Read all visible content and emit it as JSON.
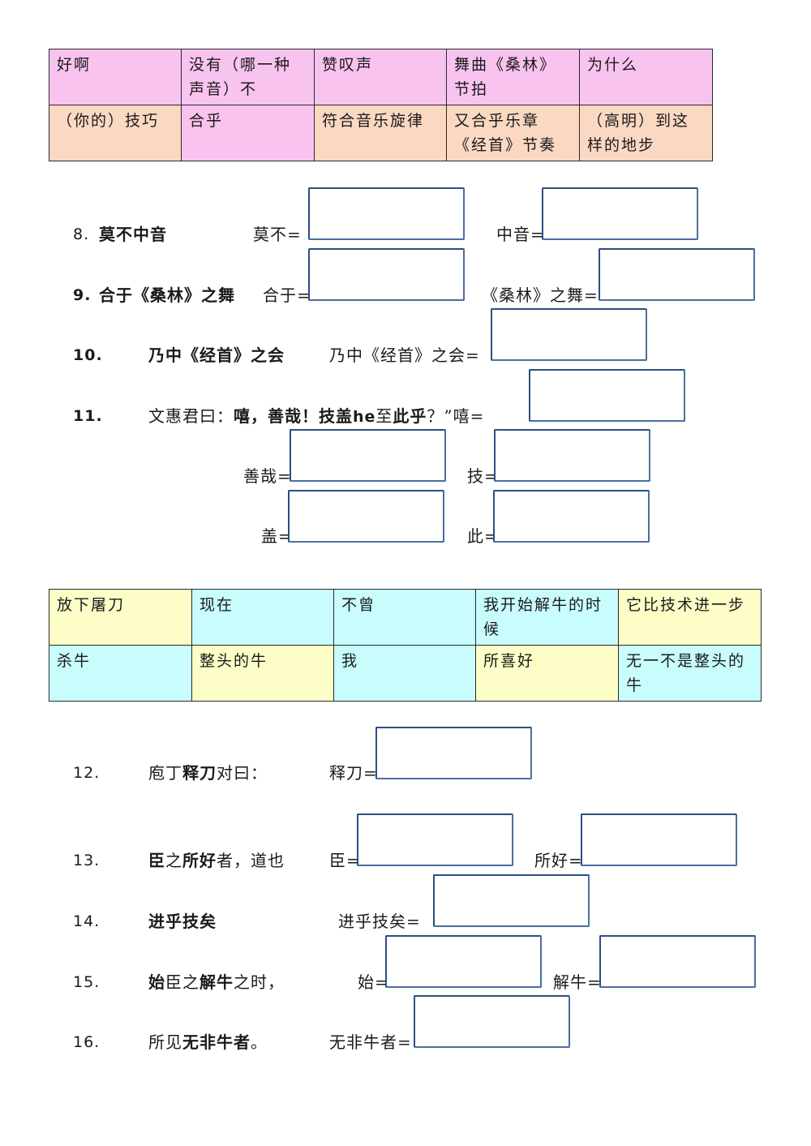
{
  "table1": {
    "rows": [
      [
        "好啊",
        "没有（哪一种声音）不",
        "赞叹声",
        "舞曲《桑林》节拍",
        "为什么"
      ],
      [
        "（你的）技巧",
        "合乎",
        "符合音乐旋律",
        "又合乎乐章《经首》节奏",
        "（高明）到这样的地步"
      ]
    ]
  },
  "q8": {
    "num": "8.",
    "phrase": "莫不中音",
    "l1": "莫不=",
    "l2": "中音="
  },
  "q9": {
    "num": "9.",
    "phrase": "合于《桑林》之舞",
    "l1": "合于=",
    "l2": "《桑林》之舞="
  },
  "q10": {
    "num": "10.",
    "phrase": "乃中《经首》之会",
    "l1": "乃中《经首》之会="
  },
  "q11": {
    "num": "11.",
    "p1": "文惠君曰：",
    "p2": "嘻，善哉！技盖",
    "p3": "he",
    "p4": "至",
    "p5": "此乎",
    "p6": "？”嘻=",
    "l_shanzai": "善哉=",
    "l_ji": "技=",
    "l_gai": "盖=",
    "l_ci": "此="
  },
  "table2": {
    "rows": [
      [
        "放下屠刀",
        "现在",
        "不曾",
        "我开始解牛的时候",
        "它比技术进一步"
      ],
      [
        "杀牛",
        "整头的牛",
        "我",
        "所喜好",
        "无一不是整头的牛"
      ]
    ]
  },
  "q12": {
    "num": "12.",
    "p1": "庖丁",
    "p2": "释刀",
    "p3": "对曰：",
    "l1": "释刀="
  },
  "q13": {
    "num": "13.",
    "p1": "臣",
    "p2": "之",
    "p3": "所好",
    "p4": "者，道也",
    "l1": "臣=",
    "l2": "所好="
  },
  "q14": {
    "num": "14.",
    "phrase": "进乎技矣",
    "l1": "进乎技矣="
  },
  "q15": {
    "num": "15.",
    "p1": "始",
    "p2": "臣之",
    "p3": "解牛",
    "p4": "之时，",
    "l1": "始=",
    "l2": "解牛="
  },
  "q16": {
    "num": "16.",
    "p1": "所见",
    "p2": "无非牛者",
    "p3": "。",
    "l1": "无非牛者="
  }
}
